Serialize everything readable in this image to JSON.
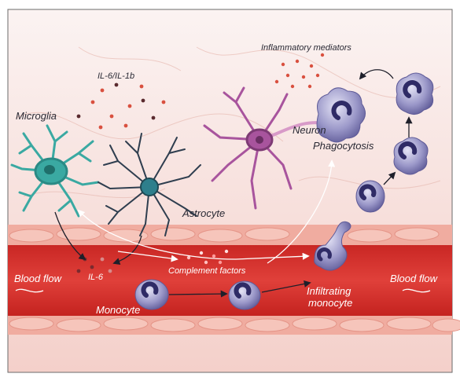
{
  "labels": {
    "inflammatory_mediators": "Inflammatory mediators",
    "il6_il1b": "IL-6/IL-1b",
    "microglia": "Microglia",
    "neuron": "Neuron",
    "phagocytosis": "Phagocytosis",
    "astrocyte": "Astrocyte",
    "il6": "IL-6",
    "complement_factors": "Complement factors",
    "blood_flow_left": "Blood flow",
    "blood_flow_right": "Blood flow",
    "monocyte": "Monocyte",
    "infiltrating_monocyte_line1": "Infiltrating",
    "infiltrating_monocyte_line2": "monocyte"
  },
  "colors": {
    "tissue_bg": "#f6dcd8",
    "vessel_wall": "#f2b3a8",
    "vessel_lumen": "#d8302c",
    "microglia": "#3aa9a2",
    "astrocyte": "#2f3e4f",
    "neuron": "#a8549d",
    "monocyte": "#8f8cc0",
    "mediator_dot": "#d9503f"
  }
}
